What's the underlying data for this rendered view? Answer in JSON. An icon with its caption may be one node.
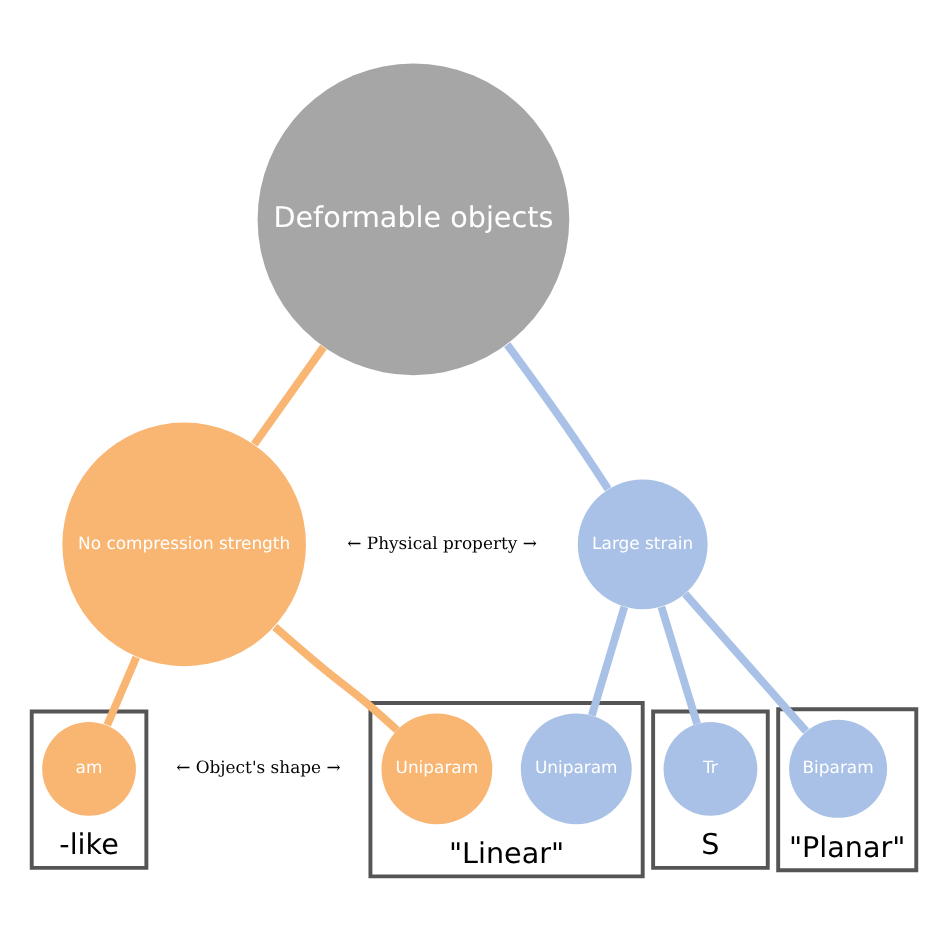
{
  "diagram": {
    "nodes": [
      {
        "text": [
          "Deformable objects"
        ]
      },
      {
        "text": [
          "No compression strength"
        ]
      },
      {
        "text": [
          "Large strain"
        ]
      },
      {
        "text": [
          "-like"
        ]
      },
      {
        "text": [
          "am"
        ],
        "in": 3
      },
      {
        "text": [
          "\"Linear\""
        ]
      },
      {
        "text": [
          "Uniparam"
        ],
        "in": 5
      },
      {
        "text": [
          "Uniparam"
        ],
        "in": 5
      },
      {
        "text": [
          "\"Planar\""
        ]
      },
      {
        "text": [
          "Biparam"
        ],
        "in": 8
      },
      {
        "text": [
          "S"
        ]
      },
      {
        "text": [
          "Tr"
        ],
        "in": 10
      }
    ],
    "edges": [
      {
        "from": 0,
        "to": 1,
        "arrow": "none",
        "color": "#f9b572"
      },
      {
        "from": 0,
        "to": 2,
        "arrow": "none"
      },
      {
        "from": 1,
        "to": 4,
        "arrow": "none",
        "color": "#f9b572"
      },
      {
        "from": 1,
        "to": 6,
        "arrow": "none",
        "color": "#f9b572"
      },
      {
        "from": 2,
        "to": 7,
        "arrow": "none"
      },
      {
        "from": 2,
        "to": 9,
        "arrow": "none"
      },
      {
        "from": 2,
        "to": 11,
        "arrow": "none"
      }
    ],
    "labels": [
      "← Physical property →",
      "← Object's shape →"
    ]
  }
}
